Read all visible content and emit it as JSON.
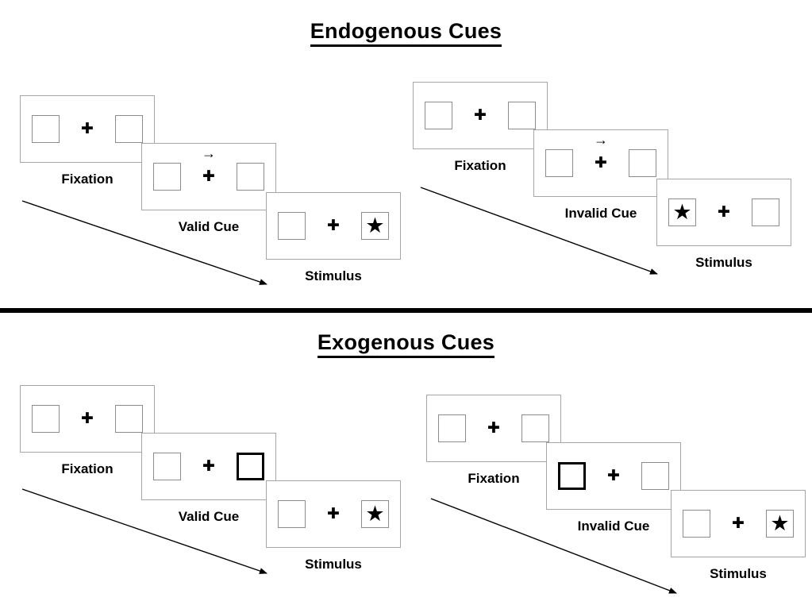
{
  "colors": {
    "text": "#000000",
    "panel_border": "#a6a6a6",
    "box_border": "#8c8c8c",
    "divider": "#000000",
    "arrow": "#000000"
  },
  "glyphs": {
    "plus": "✚",
    "star": "★",
    "cue_arrow": "→"
  },
  "endogenous": {
    "title": "Endogenous Cues",
    "valid": {
      "fixation_label": "Fixation",
      "cue_label": "Valid Cue",
      "stimulus_label": "Stimulus"
    },
    "invalid": {
      "fixation_label": "Fixation",
      "cue_label": "Invalid Cue",
      "stimulus_label": "Stimulus"
    }
  },
  "exogenous": {
    "title": "Exogenous Cues",
    "valid": {
      "fixation_label": "Fixation",
      "cue_label": "Valid Cue",
      "stimulus_label": "Stimulus"
    },
    "invalid": {
      "fixation_label": "Fixation",
      "cue_label": "Invalid Cue",
      "stimulus_label": "Stimulus"
    }
  }
}
